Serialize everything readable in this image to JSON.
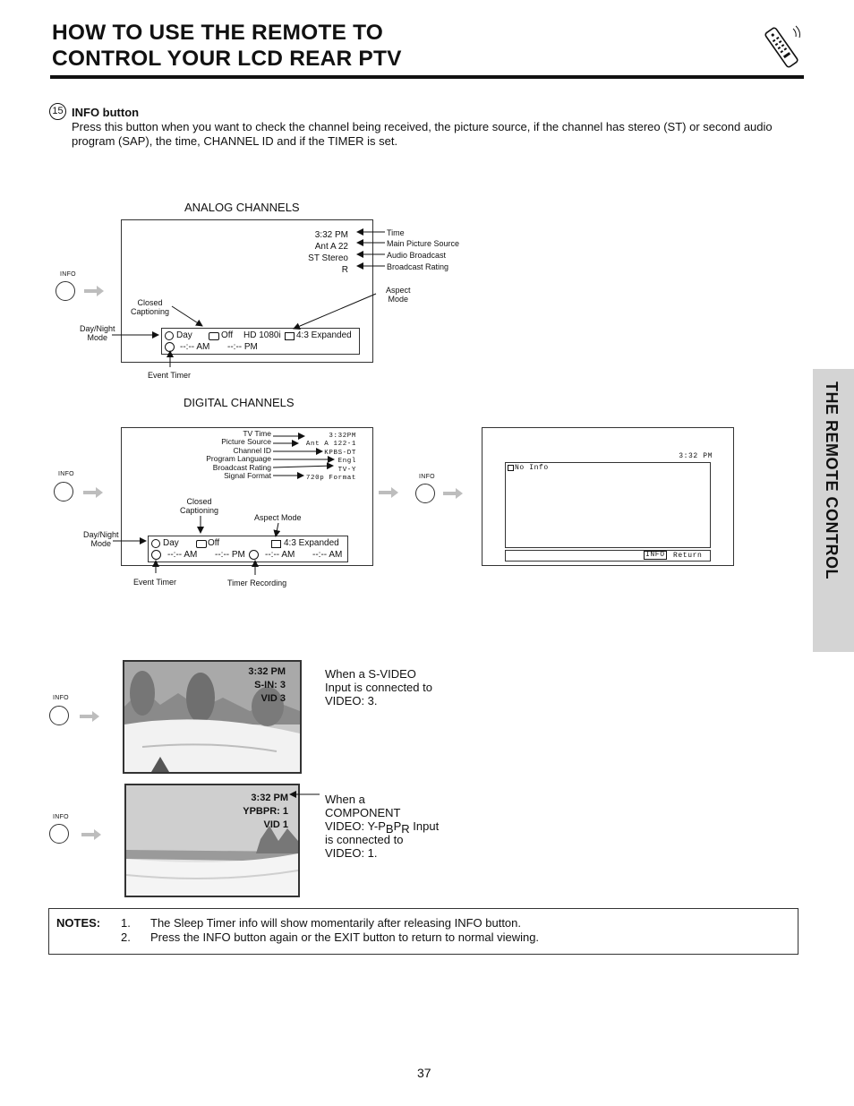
{
  "header": {
    "title_line1": "HOW TO USE THE REMOTE TO",
    "title_line2": "CONTROL YOUR LCD REAR PTV",
    "icon": "remote-control-icon"
  },
  "side_tab": {
    "label": "THE REMOTE CONTROL"
  },
  "section": {
    "number": "15",
    "heading": "INFO button",
    "body": "Press this button when you want to check the channel being received, the picture source, if the channel has stereo (ST) or second audio program (SAP), the time, CHANNEL ID and if the TIMER is set."
  },
  "info_label": "INFO",
  "analog": {
    "heading": "ANALOG CHANNELS",
    "screen_lines": [
      "3:32 PM",
      "Ant  A  22",
      "ST Stereo",
      "R"
    ],
    "callouts": {
      "time": "Time",
      "main_source": "Main Picture Source",
      "audio": "Audio Broadcast",
      "rating": "Broadcast Rating",
      "aspect_1": "Aspect",
      "aspect_2": "Mode",
      "cc_1": "Closed",
      "cc_2": "Captioning",
      "daynight_1": "Day/Night",
      "daynight_2": "Mode",
      "event_timer": "Event Timer"
    },
    "bar": {
      "day": "Day",
      "cc_off": "Off",
      "format": "HD 1080i",
      "aspect": "4:3 Expanded",
      "timer_am": "--:-- AM",
      "timer_pm": "--:-- PM"
    }
  },
  "digital": {
    "heading": "DIGITAL CHANNELS",
    "labels": [
      "TV Time",
      "Picture Source",
      "Channel ID",
      "Program Language",
      "Broadcast Rating",
      "Signal Format"
    ],
    "values": [
      "3:32PM",
      "Ant A 122-1",
      "KPBS-DT",
      "Engl",
      "TV-Y",
      "720p Format"
    ],
    "callouts": {
      "cc_1": "Closed",
      "cc_2": "Captioning",
      "aspect": "Aspect Mode",
      "daynight_1": "Day/Night",
      "daynight_2": "Mode",
      "event_timer": "Event Timer",
      "timer_recording": "Timer Recording"
    },
    "bar": {
      "day": "Day",
      "cc_off": "Off",
      "aspect": "4:3 Expanded",
      "t1": "--:-- AM",
      "t2": "--:-- PM",
      "t3": "--:-- AM",
      "t4": "--:-- AM"
    }
  },
  "noinfo": {
    "time": "3:32 PM",
    "message": "No Info",
    "key": "INFO",
    "action": "Return"
  },
  "svideo": {
    "osd": [
      "3:32 PM",
      "S-IN: 3",
      "VID 3"
    ],
    "caption": [
      "When a S-VIDEO",
      "Input is connected to",
      "VIDEO: 3."
    ]
  },
  "component": {
    "osd": [
      "3:32 PM",
      "YPBPR: 1",
      "VID 1"
    ],
    "caption_1": "When a",
    "caption_2": "COMPONENT",
    "caption_3a": "VIDEO: Y-P",
    "caption_3b": "B",
    "caption_3c": "P",
    "caption_3d": "R",
    "caption_3e": " Input",
    "caption_4": "is connected to",
    "caption_5": "VIDEO: 1."
  },
  "notes": {
    "heading": "NOTES:",
    "items": [
      {
        "num": "1.",
        "text": "The Sleep Timer info will show momentarily after releasing INFO button."
      },
      {
        "num": "2.",
        "text": "Press the INFO button again or the EXIT button to return to normal viewing."
      }
    ]
  },
  "page_number": "37"
}
